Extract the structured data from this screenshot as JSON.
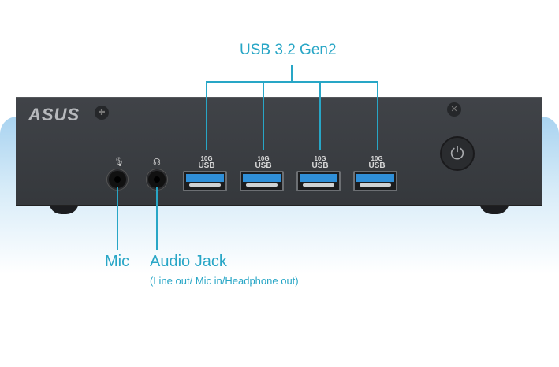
{
  "brand": "ASUS",
  "callouts": {
    "usb_group": "USB 3.2 Gen2",
    "mic": "Mic",
    "audio_jack": "Audio Jack",
    "audio_jack_sub": "(Line out/ Mic in/Headphone out)"
  },
  "usb_ports": [
    {
      "speed": "10G",
      "type": "USB"
    },
    {
      "speed": "10G",
      "type": "USB"
    },
    {
      "speed": "10G",
      "type": "USB"
    },
    {
      "speed": "10G",
      "type": "USB"
    }
  ],
  "icons": {
    "mic": "microphone-icon",
    "headphone": "headphone-icon",
    "power": "power-icon"
  },
  "colors": {
    "callout": "#28a6c6",
    "device": "#3a3d42",
    "usb_blue": "#2f8fd8"
  }
}
